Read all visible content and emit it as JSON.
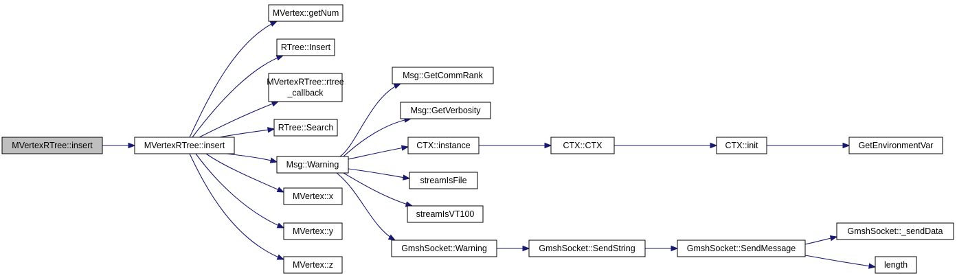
{
  "diagram": {
    "nodes": [
      {
        "id": "root",
        "lines": [
          "MVertexRTree::insert"
        ],
        "highlighted": true
      },
      {
        "id": "insert",
        "lines": [
          "MVertexRTree::insert"
        ]
      },
      {
        "id": "getNum",
        "lines": [
          "MVertex::getNum"
        ]
      },
      {
        "id": "rtreeInsert",
        "lines": [
          "RTree::Insert"
        ]
      },
      {
        "id": "rtreeCallback",
        "lines": [
          "MVertexRTree::rtree",
          "_callback"
        ]
      },
      {
        "id": "rtreeSearch",
        "lines": [
          "RTree::Search"
        ]
      },
      {
        "id": "msgWarning",
        "lines": [
          "Msg::Warning"
        ]
      },
      {
        "id": "vx",
        "lines": [
          "MVertex::x"
        ]
      },
      {
        "id": "vy",
        "lines": [
          "MVertex::y"
        ]
      },
      {
        "id": "vz",
        "lines": [
          "MVertex::z"
        ]
      },
      {
        "id": "getCommRank",
        "lines": [
          "Msg::GetCommRank"
        ]
      },
      {
        "id": "getVerbosity",
        "lines": [
          "Msg::GetVerbosity"
        ]
      },
      {
        "id": "ctxInstance",
        "lines": [
          "CTX::instance"
        ]
      },
      {
        "id": "streamIsFile",
        "lines": [
          "streamIsFile"
        ]
      },
      {
        "id": "streamIsVT100",
        "lines": [
          "streamIsVT100"
        ]
      },
      {
        "id": "gsWarning",
        "lines": [
          "GmshSocket::Warning"
        ]
      },
      {
        "id": "ctxCtx",
        "lines": [
          "CTX::CTX"
        ]
      },
      {
        "id": "ctxInit",
        "lines": [
          "CTX::init"
        ]
      },
      {
        "id": "getEnvVar",
        "lines": [
          "GetEnvironmentVar"
        ]
      },
      {
        "id": "sendString",
        "lines": [
          "GmshSocket::SendString"
        ]
      },
      {
        "id": "sendMessage",
        "lines": [
          "GmshSocket::SendMessage"
        ]
      },
      {
        "id": "sendData",
        "lines": [
          "GmshSocket::_sendData"
        ]
      },
      {
        "id": "length",
        "lines": [
          "length"
        ]
      }
    ],
    "edges": [
      {
        "from": "root",
        "to": "insert"
      },
      {
        "from": "insert",
        "to": "getNum"
      },
      {
        "from": "insert",
        "to": "rtreeInsert"
      },
      {
        "from": "insert",
        "to": "rtreeCallback"
      },
      {
        "from": "insert",
        "to": "rtreeSearch"
      },
      {
        "from": "insert",
        "to": "msgWarning"
      },
      {
        "from": "insert",
        "to": "vx"
      },
      {
        "from": "insert",
        "to": "vy"
      },
      {
        "from": "insert",
        "to": "vz"
      },
      {
        "from": "msgWarning",
        "to": "getCommRank"
      },
      {
        "from": "msgWarning",
        "to": "getVerbosity"
      },
      {
        "from": "msgWarning",
        "to": "ctxInstance"
      },
      {
        "from": "msgWarning",
        "to": "streamIsFile"
      },
      {
        "from": "msgWarning",
        "to": "streamIsVT100"
      },
      {
        "from": "msgWarning",
        "to": "gsWarning"
      },
      {
        "from": "ctxInstance",
        "to": "ctxCtx"
      },
      {
        "from": "ctxCtx",
        "to": "ctxInit"
      },
      {
        "from": "ctxInit",
        "to": "getEnvVar"
      },
      {
        "from": "gsWarning",
        "to": "sendString"
      },
      {
        "from": "sendString",
        "to": "sendMessage"
      },
      {
        "from": "sendMessage",
        "to": "sendData"
      },
      {
        "from": "sendMessage",
        "to": "length"
      }
    ],
    "colors": {
      "edge": "#191970",
      "node_border": "#000000",
      "root_fill": "#bfbfbf",
      "node_fill": "#ffffff"
    }
  }
}
